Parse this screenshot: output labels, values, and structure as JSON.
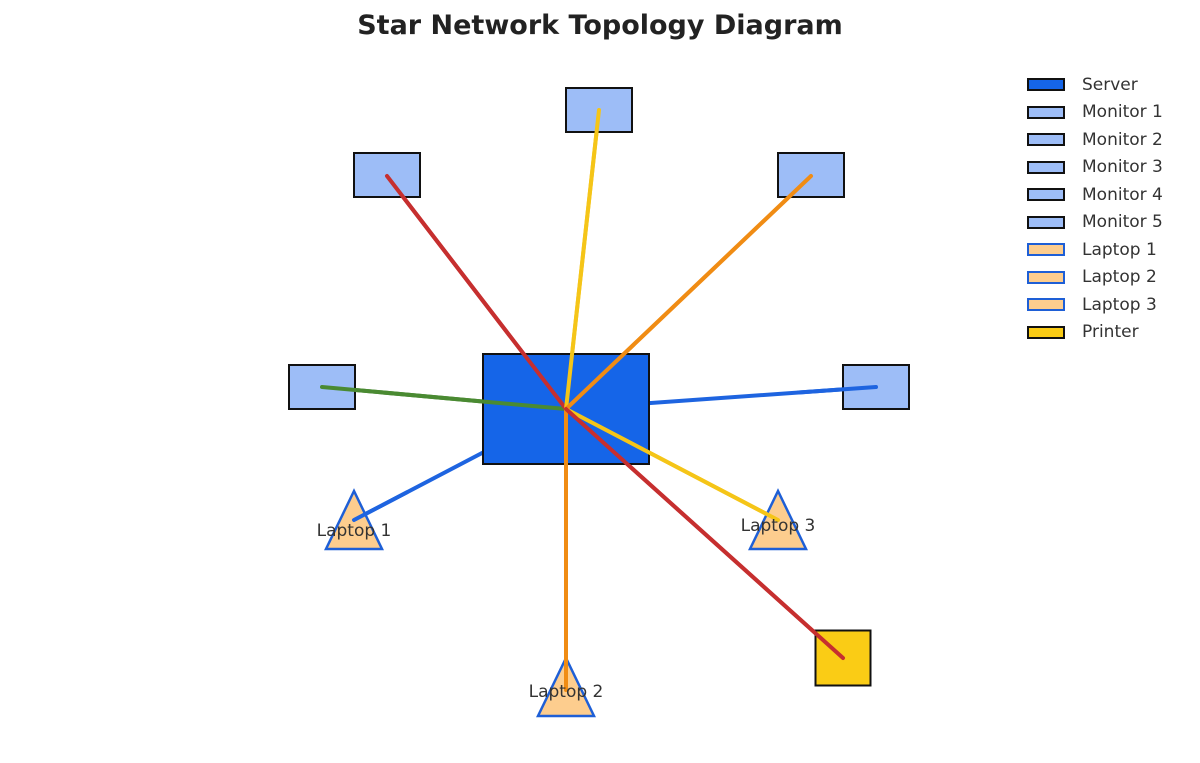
{
  "title": "Star Network Topology Diagram",
  "colors": {
    "server_fill": "#1565e8",
    "monitor_fill": "#9dbdf7",
    "laptop_fill": "#fdcd8e",
    "laptop_stroke": "#1e5fd6",
    "printer_fill": "#facc15",
    "node_stroke": "#111111"
  },
  "nodes": [
    {
      "id": "server",
      "legend": "Server",
      "shape": "rect",
      "label": ""
    },
    {
      "id": "monitor1",
      "legend": "Monitor 1",
      "shape": "rect",
      "label": ""
    },
    {
      "id": "monitor2",
      "legend": "Monitor 2",
      "shape": "rect",
      "label": ""
    },
    {
      "id": "monitor3",
      "legend": "Monitor 3",
      "shape": "rect",
      "label": ""
    },
    {
      "id": "monitor4",
      "legend": "Monitor 4",
      "shape": "rect",
      "label": ""
    },
    {
      "id": "monitor5",
      "legend": "Monitor 5",
      "shape": "rect",
      "label": ""
    },
    {
      "id": "laptop1",
      "legend": "Laptop 1",
      "shape": "triangle",
      "label": "Laptop 1"
    },
    {
      "id": "laptop2",
      "legend": "Laptop 2",
      "shape": "triangle",
      "label": "Laptop 2"
    },
    {
      "id": "laptop3",
      "legend": "Laptop 3",
      "shape": "triangle",
      "label": "Laptop 3"
    },
    {
      "id": "printer",
      "legend": "Printer",
      "shape": "square",
      "label": ""
    }
  ],
  "links": [
    {
      "from": "server",
      "to": "monitor1",
      "color": "#4a8a32"
    },
    {
      "from": "server",
      "to": "monitor2",
      "color": "#c62f2f"
    },
    {
      "from": "server",
      "to": "monitor3",
      "color": "#f5c518"
    },
    {
      "from": "server",
      "to": "monitor4",
      "color": "#f08c14"
    },
    {
      "from": "server",
      "to": "monitor5",
      "color": "#1e64e0"
    },
    {
      "from": "server",
      "to": "laptop1",
      "color": "#1e64e0"
    },
    {
      "from": "server",
      "to": "laptop2",
      "color": "#f08c14"
    },
    {
      "from": "server",
      "to": "laptop3",
      "color": "#f5c518"
    },
    {
      "from": "server",
      "to": "printer",
      "color": "#c62f2f"
    }
  ]
}
